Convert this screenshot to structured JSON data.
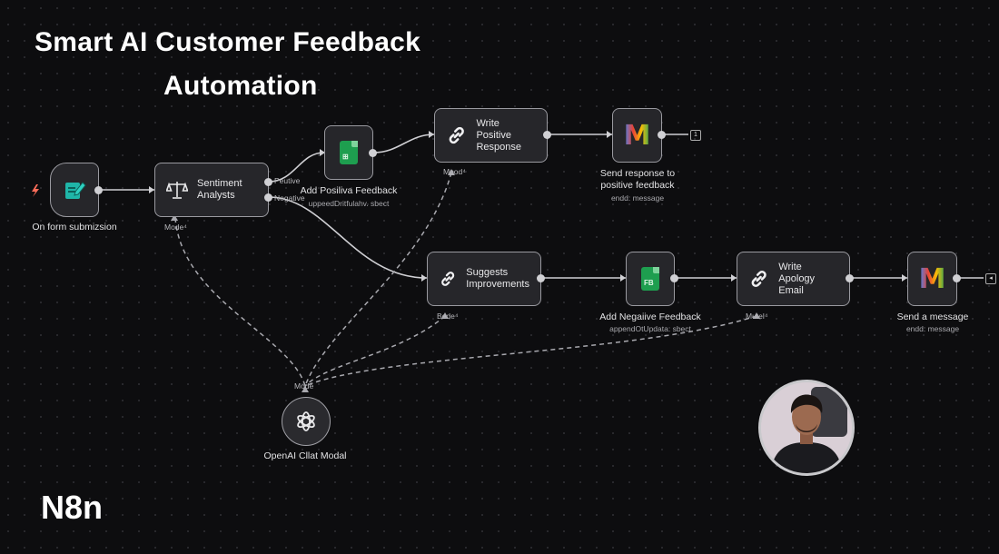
{
  "header": {
    "title_line1": "Smart AI Customer Feedback",
    "title_line2": "Automation"
  },
  "brand": "N8n",
  "nodes": {
    "trigger": {
      "caption": "On form submizsion",
      "icon": "form-edit-icon"
    },
    "sentiment": {
      "label_line1": "Sentiment",
      "label_line2": "Analysts",
      "port_positive": "Peutive",
      "port_negative": "Negative",
      "bottom_tag": "Mode⁴",
      "icon": "scales-icon"
    },
    "add_positive": {
      "caption": "Add Posiliva Feedback",
      "sub": "uppeedDritfulahv. sbect",
      "icon": "google-sheets-icon"
    },
    "write_positive": {
      "label_line1": "Write Positive",
      "label_line2": "Response",
      "bottom_tag": "Mpod⁴",
      "icon": "link-icon"
    },
    "send_positive": {
      "caption_line1": "Send response to",
      "caption_line2": "positive feedback",
      "sub": "endd: message",
      "icon": "gmail-icon"
    },
    "suggests": {
      "label_line1": "Suggests",
      "label_line2": "Improvements",
      "bottom_tag": "Bede⁴",
      "icon": "link-icon"
    },
    "add_negative": {
      "caption": "Add Negaiive Feedback",
      "sub": "appendOtUpdata: sbect",
      "icon_text": "FB",
      "icon": "google-sheets-icon"
    },
    "apology": {
      "label_line1": "Write Apology",
      "label_line2": "Email",
      "bottom_tag": "Mutel⁴",
      "icon": "link-icon"
    },
    "send_message": {
      "caption": "Send a message",
      "sub": "endd: message",
      "icon": "gmail-icon"
    },
    "openai": {
      "caption": "OpenAI Cllat Modal",
      "top_tag": "Mode",
      "icon": "openai-icon"
    }
  },
  "presenter": {
    "icon": "presenter-avatar"
  },
  "colors": {
    "accent_orange": "#ff6d5a",
    "sheets_green": "#1e9e4f",
    "node_bg": "#26262a"
  }
}
